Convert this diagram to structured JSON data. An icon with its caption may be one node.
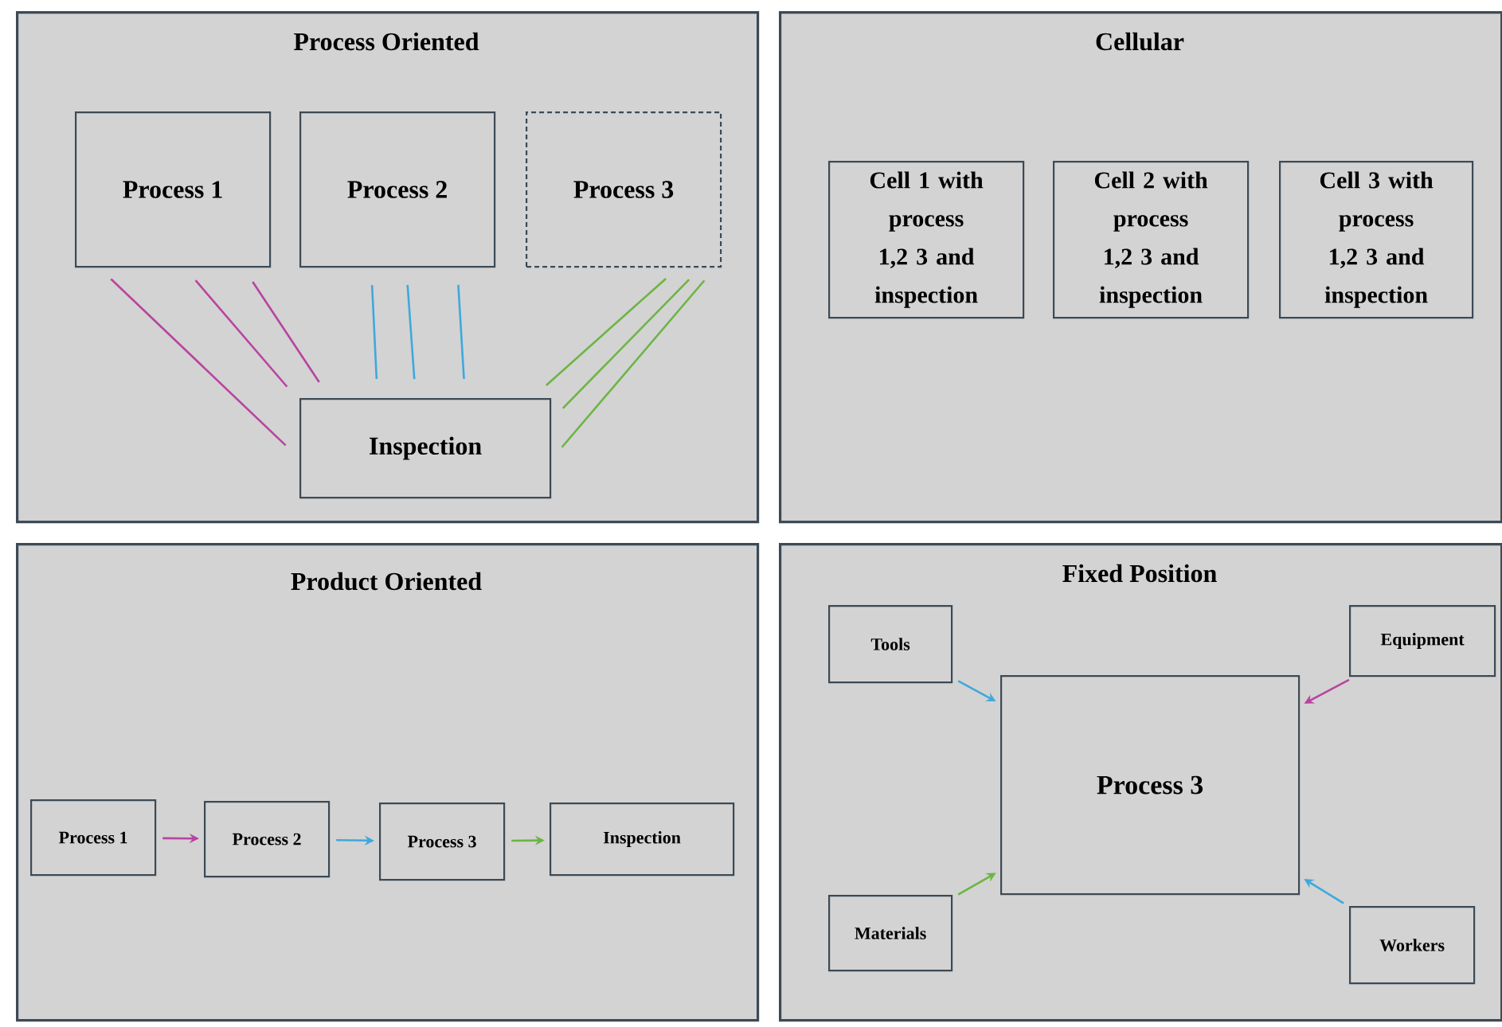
{
  "diagram": {
    "nodes": [
      {
        "text": [
          "Process Oriented"
        ]
      },
      {
        "text": [
          "Process 1"
        ],
        "in": 0
      },
      {
        "text": [
          "Process 2"
        ],
        "in": 0
      },
      {
        "text": [
          "Process 3"
        ],
        "in": 0
      },
      {
        "text": [
          "Inspection"
        ],
        "in": 0
      },
      {
        "text": [
          "Cellular"
        ]
      },
      {
        "text": [
          "Cell 1 with process 1,2 3 and inspection"
        ],
        "in": 5
      },
      {
        "text": [
          "Cell 2 with process 1,2 3 and inspection"
        ],
        "in": 5
      },
      {
        "text": [
          "Cell 3 with process 1,2 3 and inspection"
        ],
        "in": 5
      },
      {
        "text": [
          "Product Oriented"
        ]
      },
      {
        "text": [
          "Process 1"
        ],
        "in": 9
      },
      {
        "text": [
          "Process 2"
        ],
        "in": 9
      },
      {
        "text": [
          "Process 3"
        ],
        "in": 9
      },
      {
        "text": [
          "Inspection"
        ],
        "in": 9
      },
      {
        "text": [
          "Fixed Position"
        ]
      },
      {
        "text": [
          "Tools"
        ],
        "in": 14
      },
      {
        "text": [
          "Equipment"
        ],
        "in": 14
      },
      {
        "text": [
          "Process 3"
        ],
        "in": 14
      },
      {
        "text": [
          "Materials"
        ],
        "in": 14
      },
      {
        "text": [
          "Workers"
        ],
        "in": 14
      }
    ],
    "edges": [
      {
        "from": 1,
        "to": 4,
        "arrow": "none",
        "color": "#b9449f"
      },
      {
        "from": 1,
        "to": 4,
        "arrow": "none",
        "color": "#b9449f"
      },
      {
        "from": 1,
        "to": 4,
        "arrow": "none",
        "color": "#b9449f"
      },
      {
        "from": 2,
        "to": 4,
        "arrow": "none",
        "color": "#3fa9dc"
      },
      {
        "from": 2,
        "to": 4,
        "arrow": "none",
        "color": "#3fa9dc"
      },
      {
        "from": 2,
        "to": 4,
        "arrow": "none",
        "color": "#3fa9dc"
      },
      {
        "from": 3,
        "to": 4,
        "arrow": "none",
        "color": "#6cb544"
      },
      {
        "from": 3,
        "to": 4,
        "arrow": "none",
        "color": "#6cb544"
      },
      {
        "from": 3,
        "to": 4,
        "arrow": "none",
        "color": "#6cb544"
      },
      {
        "from": 10,
        "to": 11,
        "arrow": "to",
        "color": "#b9449f"
      },
      {
        "from": 11,
        "to": 12,
        "arrow": "to",
        "color": "#3fa9dc"
      },
      {
        "from": 12,
        "to": 13,
        "arrow": "to",
        "color": "#6cb544"
      },
      {
        "from": 15,
        "to": 17,
        "arrow": "to",
        "color": "#3fa9dc"
      },
      {
        "from": 16,
        "to": 17,
        "arrow": "to",
        "color": "#b9449f"
      },
      {
        "from": 18,
        "to": 17,
        "arrow": "to",
        "color": "#6cb544"
      },
      {
        "from": 19,
        "to": 17,
        "arrow": "to",
        "color": "#3fa9dc"
      }
    ]
  }
}
